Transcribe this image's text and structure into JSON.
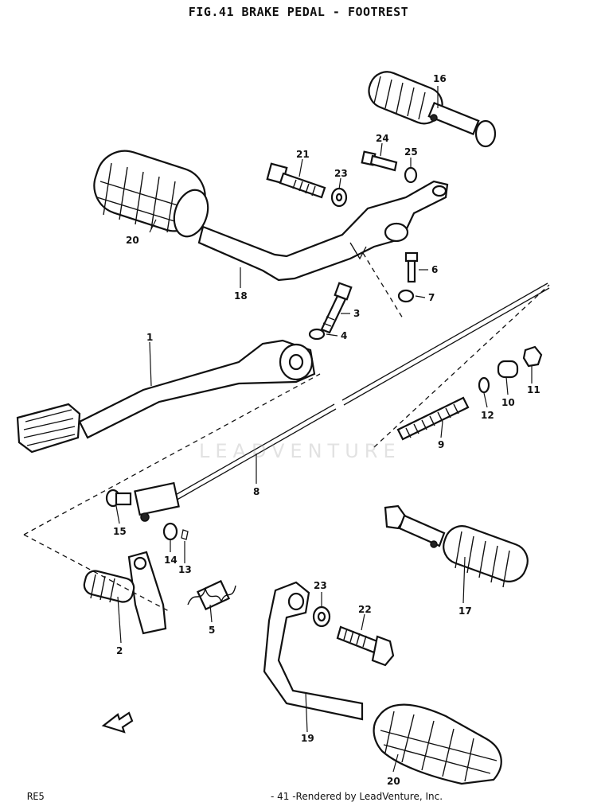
{
  "header": {
    "title": "FIG.41  BRAKE PEDAL - FOOTREST"
  },
  "watermark": {
    "text": "LEADVENTURE"
  },
  "footer": {
    "model": "RE5",
    "page_credit": "- 41 -Rendered by LeadVenture, Inc."
  },
  "callouts": {
    "c1": "1",
    "c2": "2",
    "c3": "3",
    "c4": "4",
    "c5": "5",
    "c6": "6",
    "c7": "7",
    "c8": "8",
    "c9": "9",
    "c10": "10",
    "c11": "11",
    "c12": "12",
    "c13": "13",
    "c14": "14",
    "c15": "15",
    "c16": "16",
    "c17": "17",
    "c18": "18",
    "c19": "19",
    "c20a": "20",
    "c20b": "20",
    "c21": "21",
    "c22": "22",
    "c23a": "23",
    "c23b": "23",
    "c24": "24",
    "c25": "25"
  }
}
